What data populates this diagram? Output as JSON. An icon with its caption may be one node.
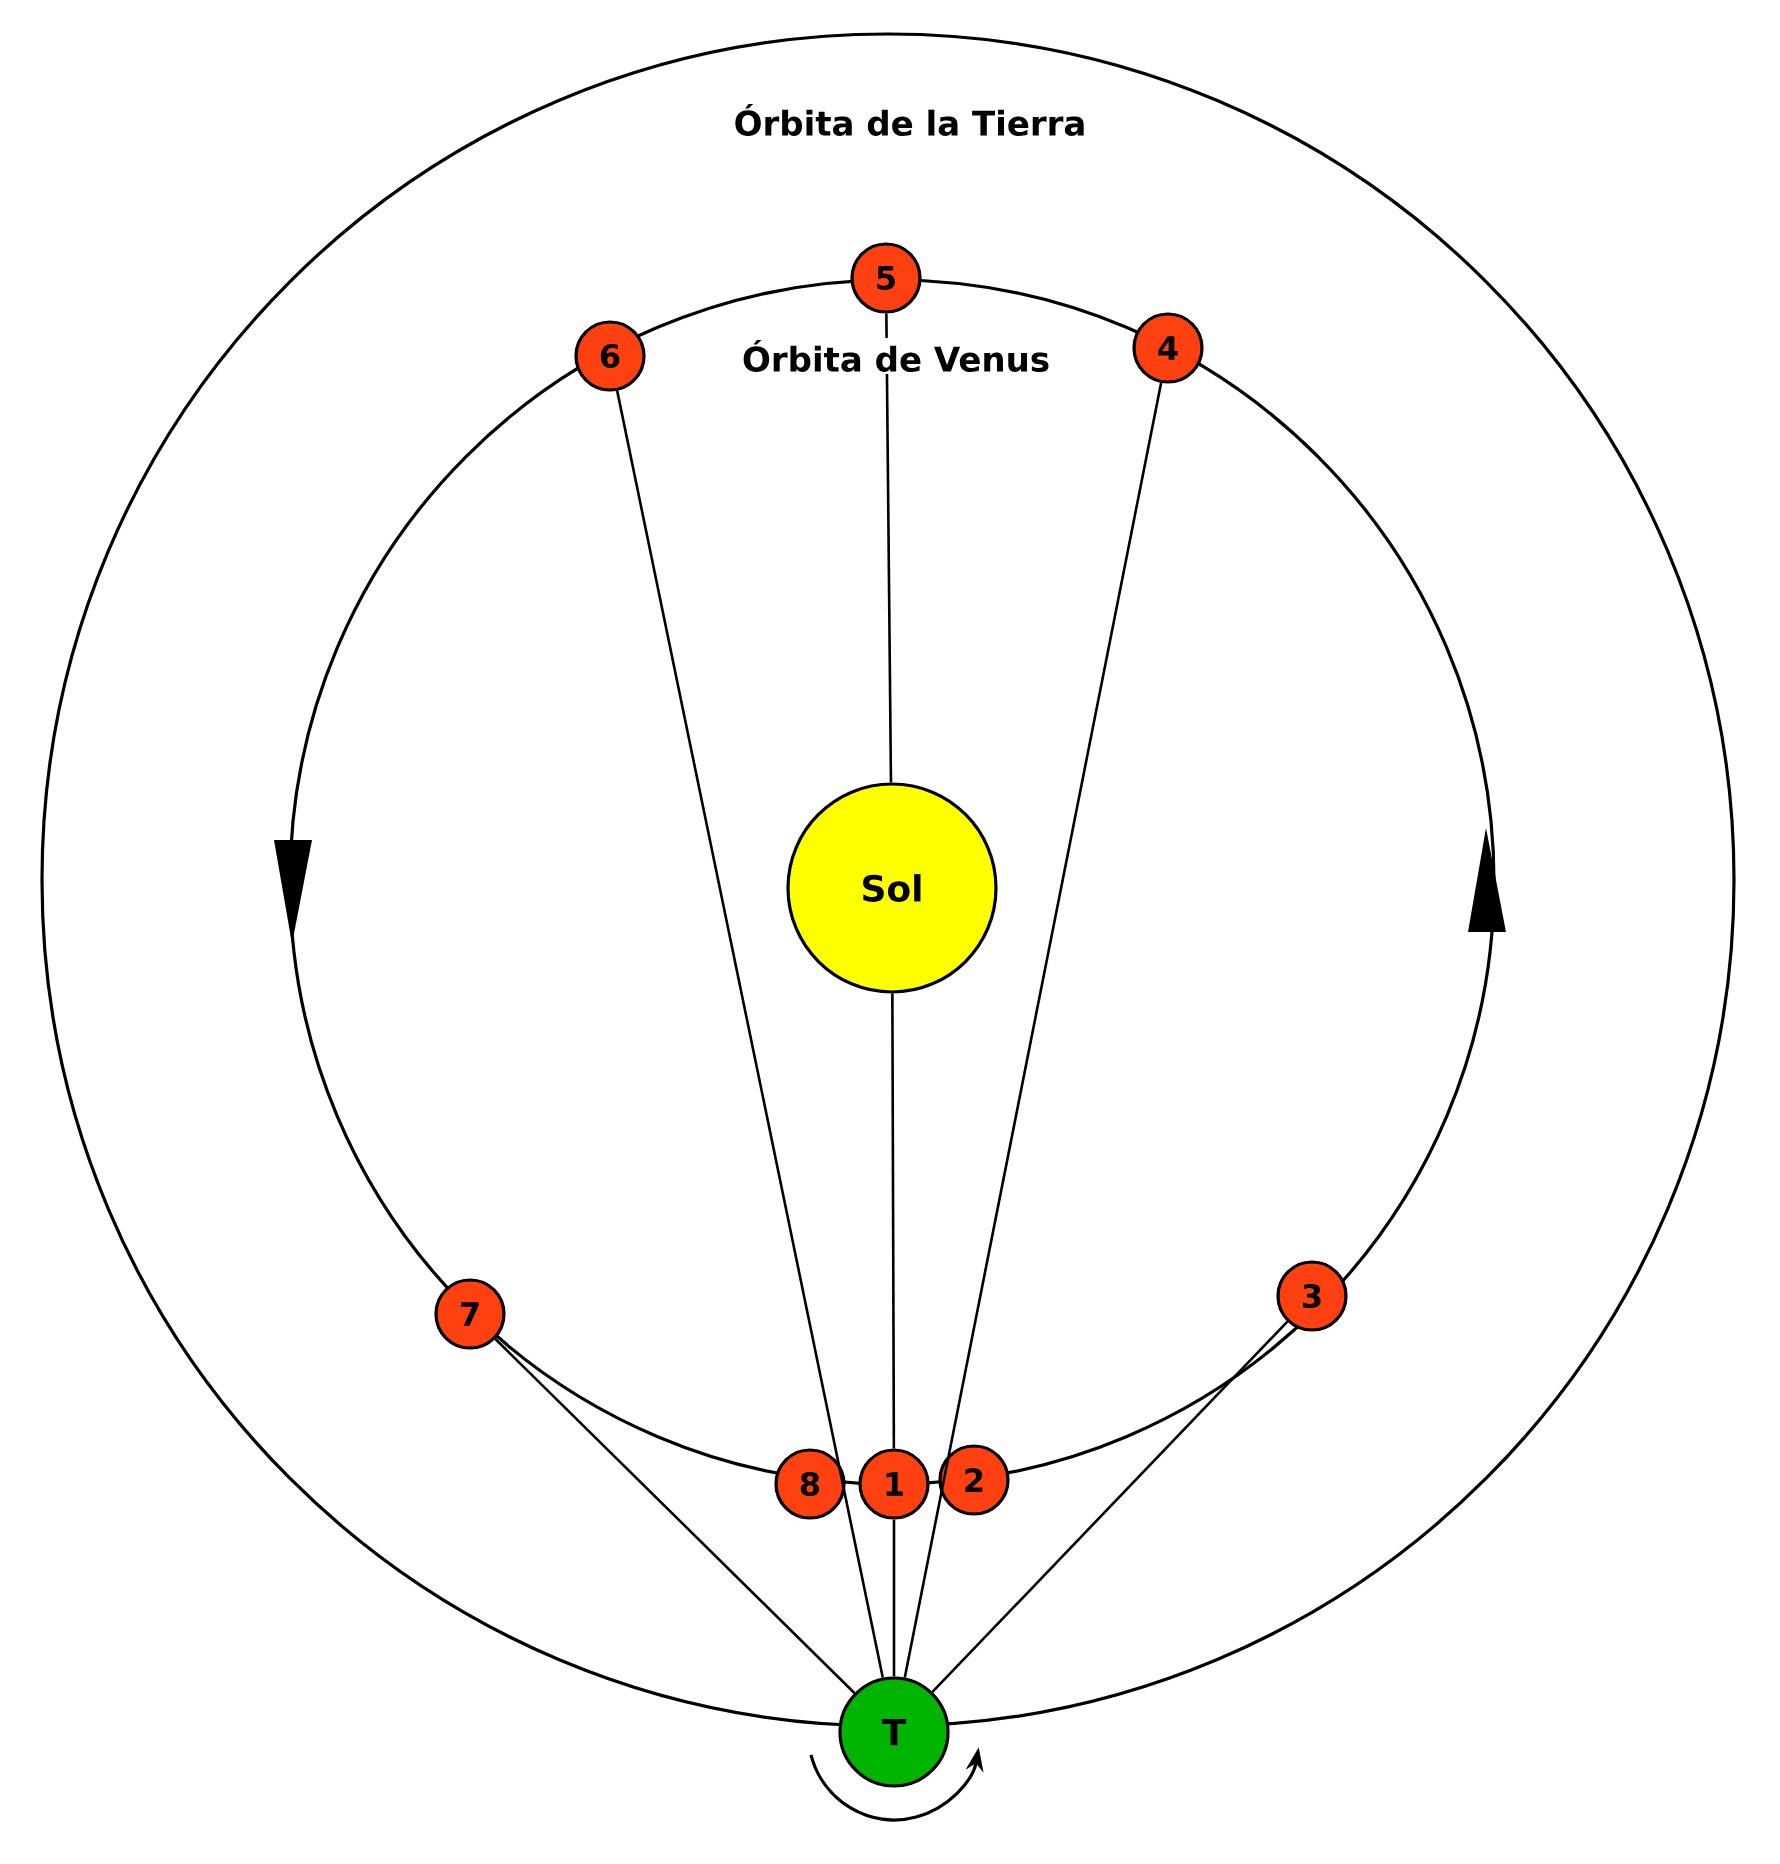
{
  "diagram": {
    "nodes": [
      {
        "text": [
          "5"
        ]
      },
      {
        "text": [
          "6"
        ]
      },
      {
        "text": [
          "4"
        ]
      },
      {
        "text": [
          "Sol"
        ]
      },
      {
        "text": [
          "7"
        ]
      },
      {
        "text": [
          "3"
        ]
      },
      {
        "text": [
          "8"
        ]
      },
      {
        "text": [
          "1"
        ]
      },
      {
        "text": [
          "2"
        ]
      },
      {
        "text": [
          "T"
        ]
      }
    ],
    "edges": [
      {
        "from": 9,
        "to": 4,
        "arrow": "none"
      },
      {
        "from": 9,
        "to": 1,
        "arrow": "none"
      },
      {
        "from": 9,
        "to": 7,
        "arrow": "none"
      },
      {
        "from": 7,
        "to": 3,
        "arrow": "none"
      },
      {
        "from": 3,
        "to": 0,
        "arrow": "none"
      },
      {
        "from": 9,
        "to": 2,
        "arrow": "none"
      },
      {
        "from": 9,
        "to": 5,
        "arrow": "none"
      }
    ],
    "labels": [
      "Órbita de la Tierra",
      "Órbita de Venus"
    ]
  }
}
